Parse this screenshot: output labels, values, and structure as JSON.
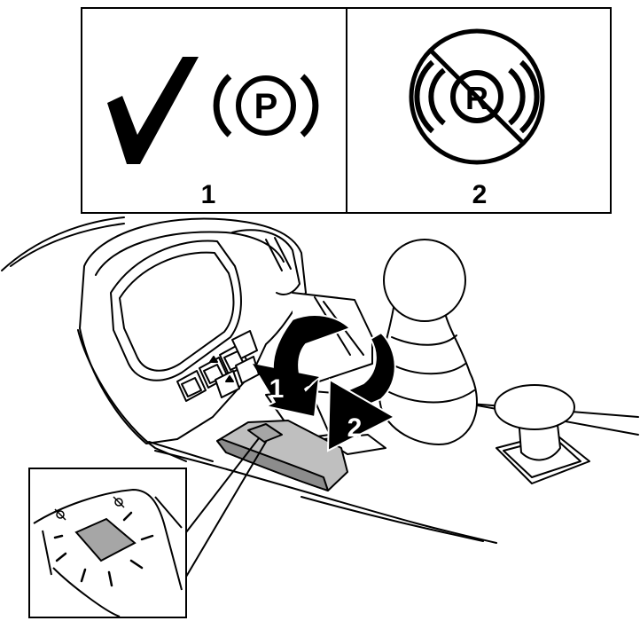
{
  "panels": [
    {
      "label": "1",
      "symbol": "parking-brake-engaged-icon",
      "symbol_letter": "P",
      "meaning": "allowed"
    },
    {
      "label": "2",
      "symbol": "parking-brake-released-prohibited-icon",
      "symbol_letter": "R",
      "meaning": "prohibited"
    }
  ],
  "callouts": [
    {
      "label": "1"
    },
    {
      "label": "2"
    }
  ],
  "colors": {
    "ink": "#000000",
    "paper": "#ffffff",
    "pedal": "#bfbfbf",
    "pedal_dark": "#8c8c8c",
    "button": "#a6a6a6"
  }
}
